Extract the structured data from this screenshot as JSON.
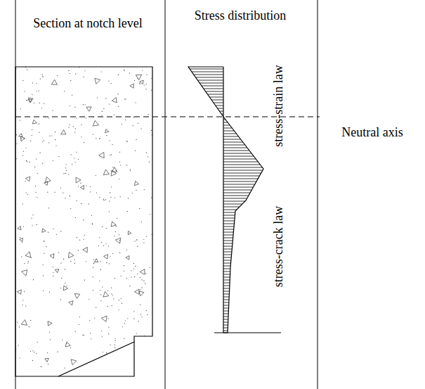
{
  "diagram": {
    "labels": [
      "Section at notch level",
      "Stress distribution",
      "stress-strain law",
      "stress-crack law",
      "Neutral axis"
    ]
  }
}
